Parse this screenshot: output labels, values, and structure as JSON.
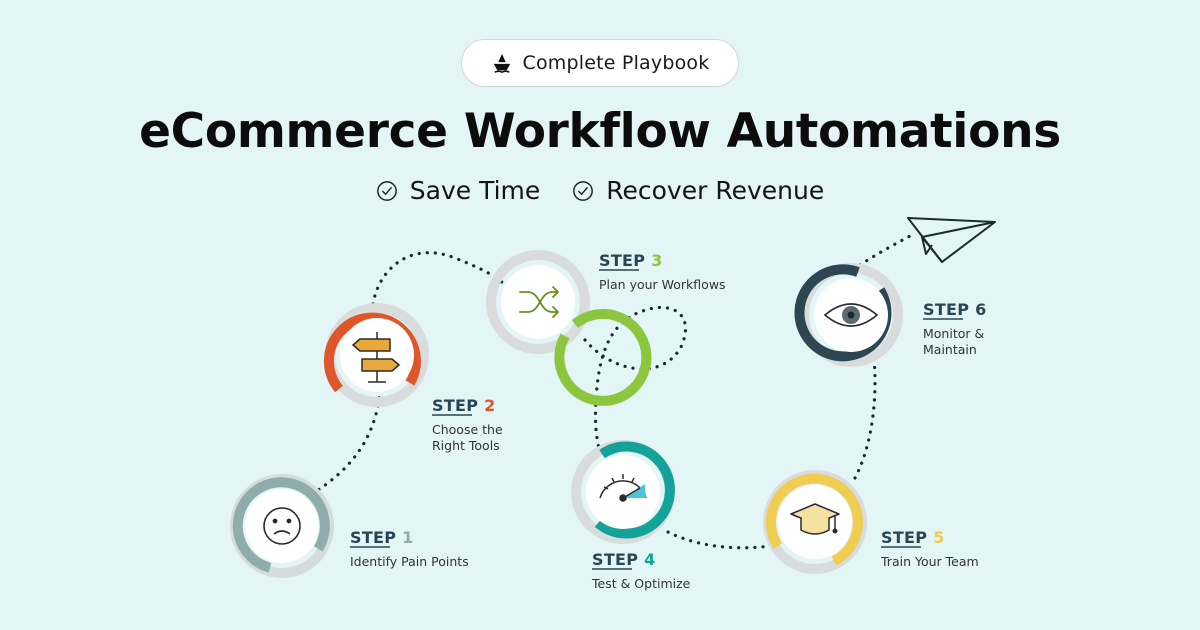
{
  "badge": {
    "label": "Complete Playbook",
    "icon": "ship-icon"
  },
  "title": "eCommerce Workflow Automations",
  "benefits": [
    {
      "label": "Save Time",
      "icon": "check-circle-icon"
    },
    {
      "label": "Recover Revenue",
      "icon": "check-circle-icon"
    }
  ],
  "steps": [
    {
      "step_word": "STEP",
      "number": "1",
      "lines": [
        "Identify Pain Points"
      ],
      "icon": "sad-face-icon",
      "color": "#8fadad"
    },
    {
      "step_word": "STEP",
      "number": "2",
      "lines": [
        "Choose the",
        "Right Tools"
      ],
      "icon": "signpost-icon",
      "color": "#e0562a"
    },
    {
      "step_word": "STEP",
      "number": "3",
      "lines": [
        "Plan your Workflows"
      ],
      "icon": "shuffle-icon",
      "color": "#8cc63f"
    },
    {
      "step_word": "STEP",
      "number": "4",
      "lines": [
        "Test & Optimize"
      ],
      "icon": "gauge-icon",
      "color": "#14a39a"
    },
    {
      "step_word": "STEP",
      "number": "5",
      "lines": [
        "Train Your Team"
      ],
      "icon": "graduation-cap-icon",
      "color": "#f0cc50"
    },
    {
      "step_word": "STEP",
      "number": "6",
      "lines": [
        "Monitor &",
        "Maintain"
      ],
      "icon": "eye-icon",
      "color": "#2e4651"
    }
  ],
  "decor": {
    "end_icon": "paper-plane-icon"
  },
  "colors": {
    "background": "#e3f5f4",
    "step_word": "#264653"
  }
}
